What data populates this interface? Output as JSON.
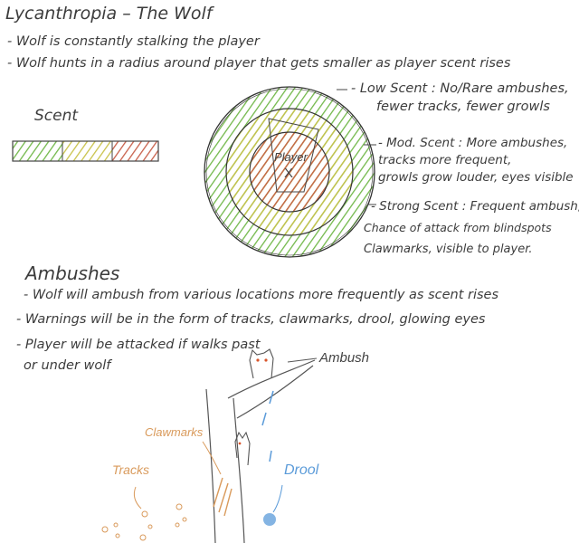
{
  "title": "Lycanthropia – The Wolf",
  "intro": [
    "- Wolf is constantly stalking the player",
    "- Wolf hunts in a radius around player that gets smaller as player scent rises"
  ],
  "scent": {
    "label": "Scent",
    "segments": [
      {
        "name": "low",
        "color": "#6abf45"
      },
      {
        "name": "moderate",
        "color": "#c9c24a"
      },
      {
        "name": "strong",
        "color": "#c8553d"
      }
    ]
  },
  "radius_diagram": {
    "player_label": "Player",
    "center_mark": "X",
    "ring_colors": {
      "outer": "#72b84a",
      "middle": "#c9c24a",
      "inner": "#c8604a"
    },
    "levels": [
      {
        "lines": [
          "- Low Scent : No/Rare ambushes,",
          "fewer tracks, fewer growls"
        ]
      },
      {
        "lines": [
          "- Mod. Scent : More ambushes,",
          "tracks more frequent,",
          "growls grow louder, eyes visible"
        ]
      },
      {
        "lines": [
          "- Strong Scent : Frequent ambush,",
          "Chance of attack from blindspots",
          "Clawmarks, visible to player."
        ]
      }
    ]
  },
  "ambushes": {
    "heading": "Ambushes",
    "bullets": [
      "- Wolf will ambush from various locations more frequently as scent rises",
      "- Warnings will be in the form of tracks, clawmarks, drool, glowing eyes",
      "- Player will be attacked if walks past",
      "or under wolf"
    ]
  },
  "illustration": {
    "ambush_label": "Ambush",
    "clawmarks_label": "Clawmarks",
    "tracks_label": "Tracks",
    "drool_label": "Drool",
    "colors": {
      "claw": "#d99a5b",
      "drool": "#5b9bd9",
      "eyes": "#d9552b",
      "ink": "#555555"
    }
  }
}
